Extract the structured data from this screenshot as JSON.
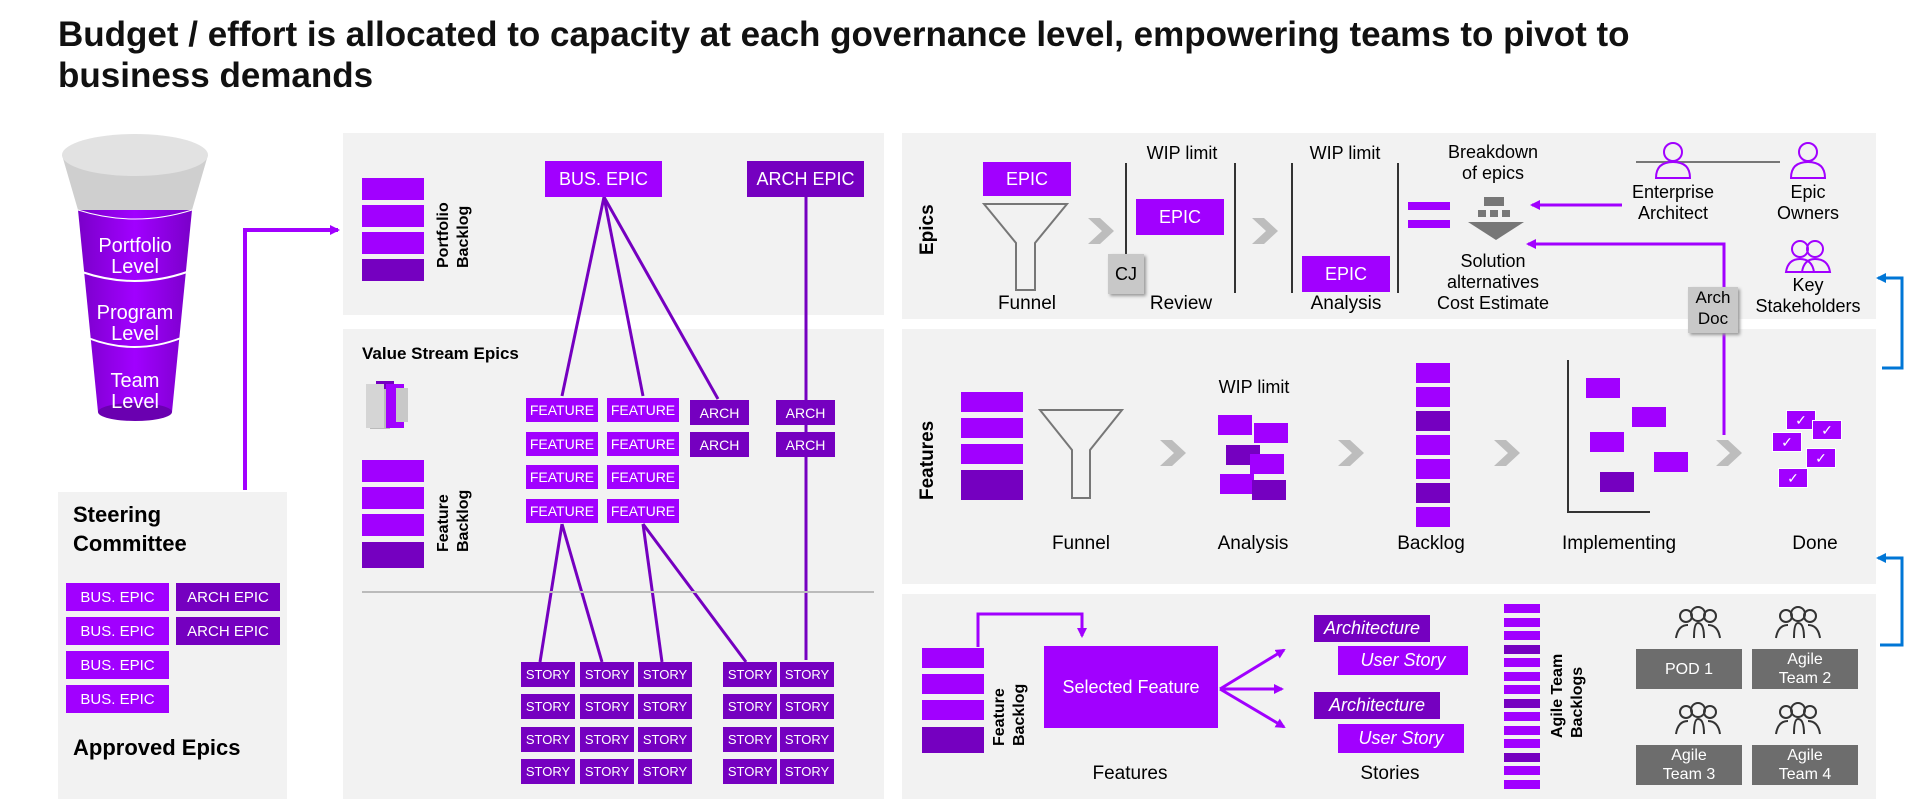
{
  "title": "Budget / effort is allocated to capacity at each governance level, empowering teams to pivot to business demands",
  "funnel_cup": {
    "levels": [
      "Portfolio Level",
      "Program Level",
      "Team Level"
    ]
  },
  "steering": {
    "title": "Steering Committee",
    "left_epics": [
      "BUS. EPIC",
      "BUS. EPIC",
      "BUS. EPIC",
      "BUS. EPIC"
    ],
    "right_epics": [
      "ARCH EPIC",
      "ARCH EPIC"
    ],
    "footer": "Approved Epics"
  },
  "middle": {
    "portfolio_backlog": "Portfolio Backlog",
    "feature_backlog": "Feature Backlog",
    "value_stream": "Value Stream Epics",
    "bus_epic": "BUS. EPIC",
    "arch_epic": "ARCH EPIC",
    "feature": "FEATURE",
    "arch": "ARCH",
    "story": "STORY"
  },
  "epics_row": {
    "row_label": "Epics",
    "epic": "EPIC",
    "wip_limit": "WIP limit",
    "cj": "CJ",
    "stages": [
      "Funnel",
      "Review",
      "Analysis"
    ],
    "breakdown": "Breakdown of epics",
    "solution": "Solution alternatives Cost Estimate",
    "roles": [
      "Enterprise Architect",
      "Epic Owners",
      "Key Stakeholders"
    ],
    "arch_doc": "Arch Doc"
  },
  "features_row": {
    "row_label": "Features",
    "wip_limit": "WIP limit",
    "stages": [
      "Funnel",
      "Analysis",
      "Backlog",
      "Implementing",
      "Done"
    ]
  },
  "team_row": {
    "feature_backlog": "Feature Backlog",
    "selected_feature": "Selected Feature",
    "architecture": "Architecture",
    "user_story": "User Story",
    "agile_team_backlogs": "Agile Team Backlogs",
    "features_label": "Features",
    "stories_label": "Stories",
    "teams": [
      "POD 1",
      "Agile Team 2",
      "Agile Team 3",
      "Agile Team 4"
    ]
  },
  "colors": {
    "purple": "#a100ff",
    "dark_purple": "#7500c0",
    "panel": "#f2f2f2",
    "blue": "#0076d6",
    "gray": "#6d6d6d"
  }
}
